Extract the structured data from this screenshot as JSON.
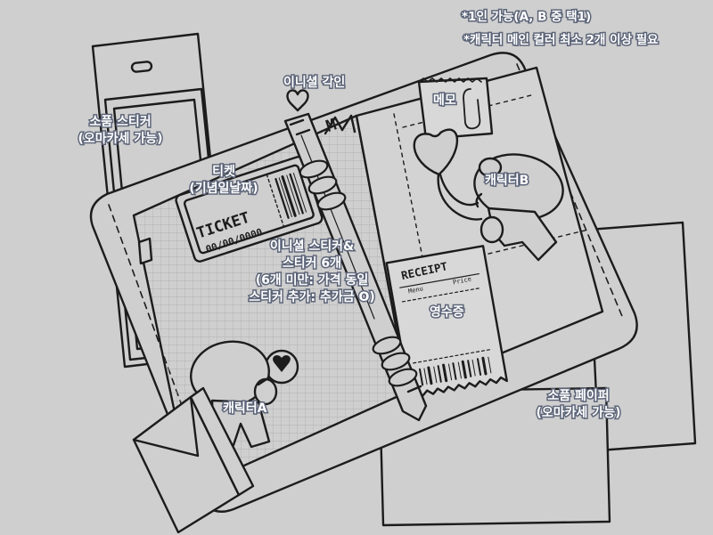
{
  "notes": {
    "line1": "*1인 가능(A, B 중 택1)",
    "line2": "*캐릭터 메인 컬러 최소 2개 이상 필요"
  },
  "labels": {
    "sticker_prop": {
      "line1": "소품 스티커",
      "line2": "(오마카세 가능)"
    },
    "initial_engrave": "이니셜 각인",
    "memo": "메모",
    "ticket": {
      "line1": "티켓",
      "line2": "(기념일날짜)"
    },
    "character_b": "캐릭터B",
    "sticker_set": {
      "line1": "이니셜 스티커&",
      "line2": "스티커 6개",
      "line3": "(6개 미만: 가격 동일",
      "line4": "스티커 추가: 추가금 O)"
    },
    "receipt_label": "영수증",
    "character_a": "캐릭터A",
    "paper_prop": {
      "line1": "소품 페이퍼",
      "line2": "(오마카세 가능)"
    }
  },
  "drawn_text": {
    "ticket_word": "TICKET",
    "ticket_date": "00/00/0000",
    "receipt_word": "RECEIPT",
    "receipt_menu": "Menu",
    "receipt_price": "Price",
    "monogram": "M"
  },
  "colors": {
    "background": "#cfcfcf",
    "line": "#1c1c1c",
    "label_outline": "#5c6478",
    "label_text": "#ffffff"
  }
}
